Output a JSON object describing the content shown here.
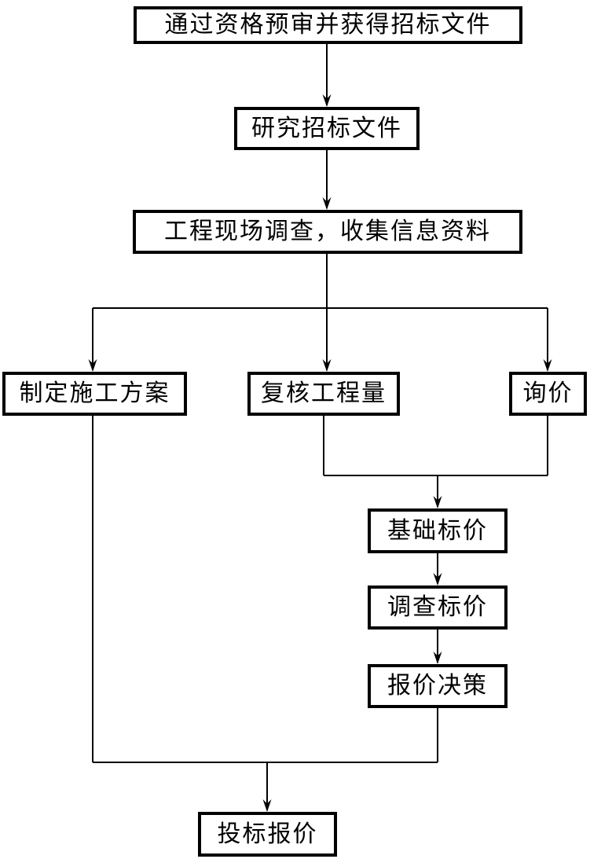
{
  "diagram": {
    "type": "flowchart",
    "background_color": "#ffffff",
    "line_color": "#000000",
    "box_border_color": "#000000",
    "box_fill_color": "#ffffff",
    "text_color": "#000000",
    "nodes": [
      {
        "id": "prequalification",
        "label": "通过资格预审并获得招标文件"
      },
      {
        "id": "study-documents",
        "label": "研究招标文件"
      },
      {
        "id": "site-survey",
        "label": "工程现场调查，收集信息资料"
      },
      {
        "id": "construction-plan",
        "label": "制定施工方案"
      },
      {
        "id": "verify-quantities",
        "label": "复核工程量"
      },
      {
        "id": "inquiry",
        "label": "询价"
      },
      {
        "id": "base-price",
        "label": "基础标价"
      },
      {
        "id": "survey-price",
        "label": "调查标价"
      },
      {
        "id": "quotation-decision",
        "label": "报价决策"
      },
      {
        "id": "bid-quotation",
        "label": "投标报价"
      }
    ],
    "edges": [
      {
        "from": "prequalification",
        "to": "study-documents",
        "arrow": true
      },
      {
        "from": "study-documents",
        "to": "site-survey",
        "arrow": true
      },
      {
        "from": "site-survey",
        "to": "construction-plan",
        "arrow": true
      },
      {
        "from": "site-survey",
        "to": "verify-quantities",
        "arrow": true
      },
      {
        "from": "site-survey",
        "to": "inquiry",
        "arrow": true
      },
      {
        "from": "verify-quantities",
        "to": "base-price",
        "arrow": true
      },
      {
        "from": "inquiry",
        "to": "base-price",
        "arrow": true
      },
      {
        "from": "base-price",
        "to": "survey-price",
        "arrow": true
      },
      {
        "from": "survey-price",
        "to": "quotation-decision",
        "arrow": true
      },
      {
        "from": "quotation-decision",
        "to": "bid-quotation",
        "arrow": true
      },
      {
        "from": "construction-plan",
        "to": "bid-quotation",
        "arrow": true
      }
    ]
  }
}
